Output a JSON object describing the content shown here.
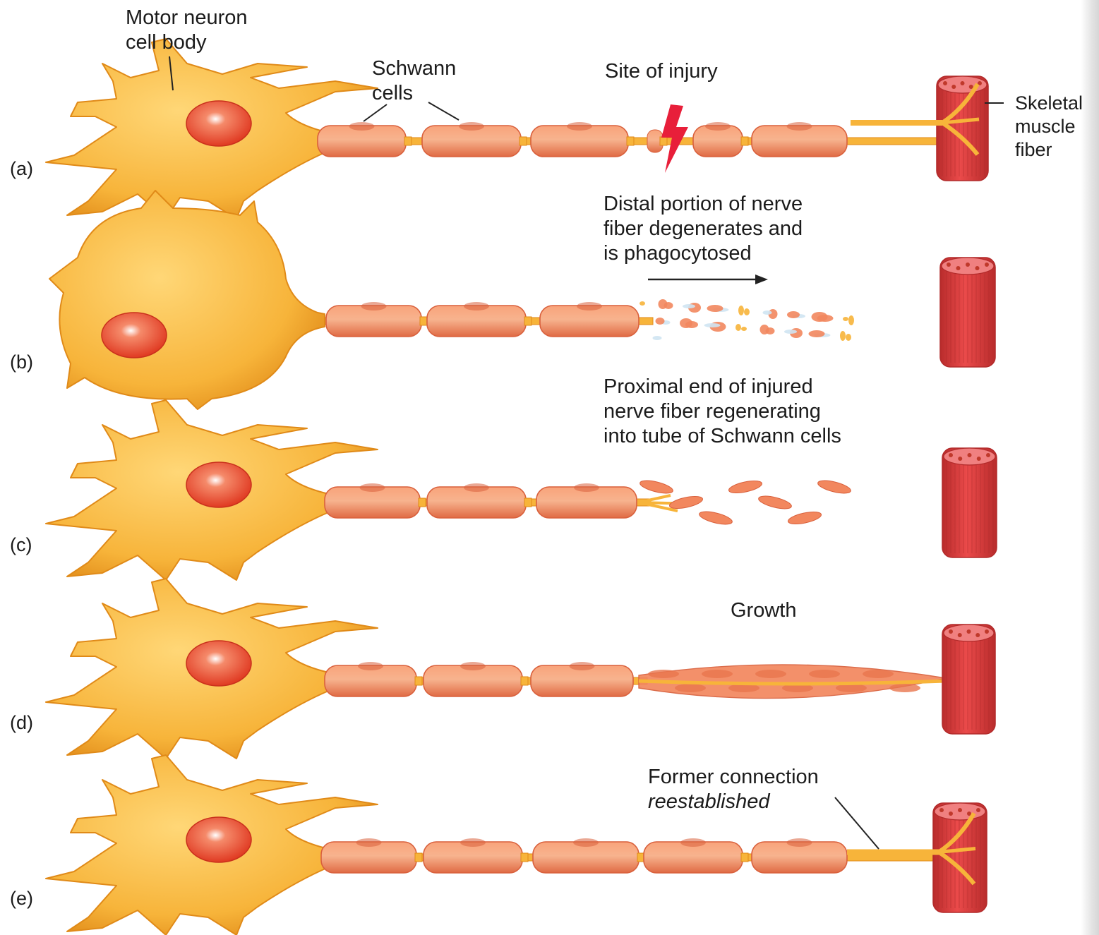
{
  "labels": {
    "motor_neuron": "Motor neuron\ncell body",
    "schwann_cells": "Schwann\ncells",
    "site_of_injury": "Site of injury",
    "skeletal_muscle": "Skeletal\nmuscle\nfiber",
    "distal": "Distal portion of nerve\nfiber degenerates and\nis phagocytosed",
    "proximal": "Proximal end of injured\nnerve fiber regenerating\ninto tube of Schwann cells",
    "growth": "Growth",
    "former_line1": "Former connection",
    "former_line2": "reestablished"
  },
  "rows": [
    {
      "letter": "(a)"
    },
    {
      "letter": "(b)"
    },
    {
      "letter": "(c)"
    },
    {
      "letter": "(d)"
    },
    {
      "letter": "(e)"
    }
  ],
  "colors": {
    "neuron": "#f7b43a",
    "neuron_dark": "#e08a18",
    "nucleus": "#e8492e",
    "schwann": "#f2875e",
    "schwann_dark": "#d9603c",
    "muscle": "#df3b3b",
    "muscle_dark": "#b22a2a",
    "injury": "#e81f3a"
  }
}
